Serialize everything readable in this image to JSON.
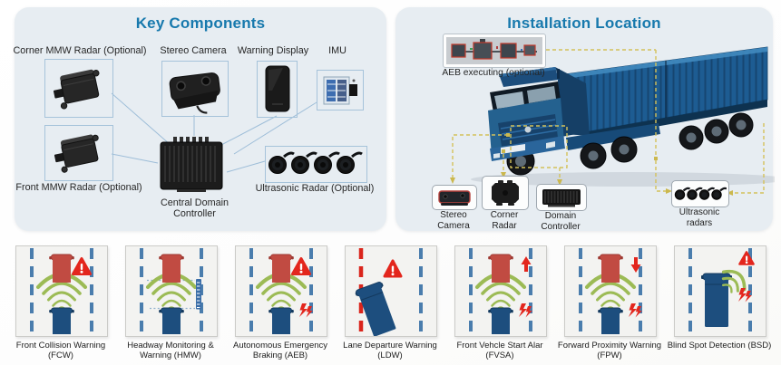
{
  "colors": {
    "accent_title": "#1779ad",
    "panel_bg": "#e7edf2",
    "alert_red": "#e3261d",
    "vehicle_red": "#c14b42",
    "vehicle_blue": "#1d4e7e",
    "lane_blue": "#4a7dad",
    "lane_red": "#da251c",
    "radar_green": "#9cbb55",
    "connector_blue": "#9dbdd8",
    "dash_yellow": "#d4c25a"
  },
  "key_components": {
    "title": "Key Components",
    "top_items": [
      {
        "label": "Corner MMW Radar (Optional)",
        "icon": "mmw-radar-icon"
      },
      {
        "label": "Stereo Camera",
        "icon": "stereo-camera-icon"
      },
      {
        "label": "Warning Display",
        "icon": "warning-display-icon"
      },
      {
        "label": "IMU",
        "icon": "imu-icon"
      }
    ],
    "bottom_items": [
      {
        "label": "Front MMW Radar (Optional)",
        "icon": "mmw-radar-icon"
      },
      {
        "label": "Central Domain Controller",
        "icon": "domain-controller-icon"
      },
      {
        "label": "Ultrasonic Radar (Optional)",
        "icon": "ultrasonic-radar-icon"
      }
    ]
  },
  "installation": {
    "title": "Installation Location",
    "aeb_inset_label": "AEB executing (optional)",
    "mount_points": [
      {
        "label": "Stereo Camera",
        "icon": "stereo-camera-icon"
      },
      {
        "label": "Corner Radar",
        "icon": "corner-radar-icon"
      },
      {
        "label": "Domain Controller",
        "icon": "domain-controller-icon"
      },
      {
        "label": "Ultrasonic radars",
        "icon": "ultrasonic-radar-icon"
      }
    ]
  },
  "features": [
    {
      "name": "Front Collision Warning",
      "abbr": "(FCW)",
      "icons": [
        "warning-triangle-icon",
        "radar-waves-icon"
      ]
    },
    {
      "name": "Headway Monitoring & Warning",
      "abbr": "(HMW)",
      "icons": [
        "radar-waves-icon",
        "headway-ruler-icon"
      ]
    },
    {
      "name": "Autonomous Emergency Braking",
      "abbr": "(AEB)",
      "icons": [
        "warning-triangle-icon",
        "radar-waves-icon",
        "alert-zap-icon"
      ]
    },
    {
      "name": "Lane Departure Warning",
      "abbr": "(LDW)",
      "icons": [
        "warning-triangle-icon",
        "lane-crossing-truck-icon"
      ]
    },
    {
      "name": "Front Vehcle Start Alar",
      "abbr": "(FVSA)",
      "icons": [
        "start-up-arrow-icon",
        "radar-waves-icon",
        "alert-zap-icon"
      ]
    },
    {
      "name": "Forward Proximity Warning",
      "abbr": "(FPW)",
      "icons": [
        "approach-down-arrow-icon",
        "radar-waves-icon",
        "alert-zap-icon"
      ]
    },
    {
      "name": "Blind Spot Detection",
      "abbr": "(BSD)",
      "icons": [
        "warning-triangle-icon",
        "radar-waves-icon",
        "alert-zap-icon"
      ]
    }
  ]
}
